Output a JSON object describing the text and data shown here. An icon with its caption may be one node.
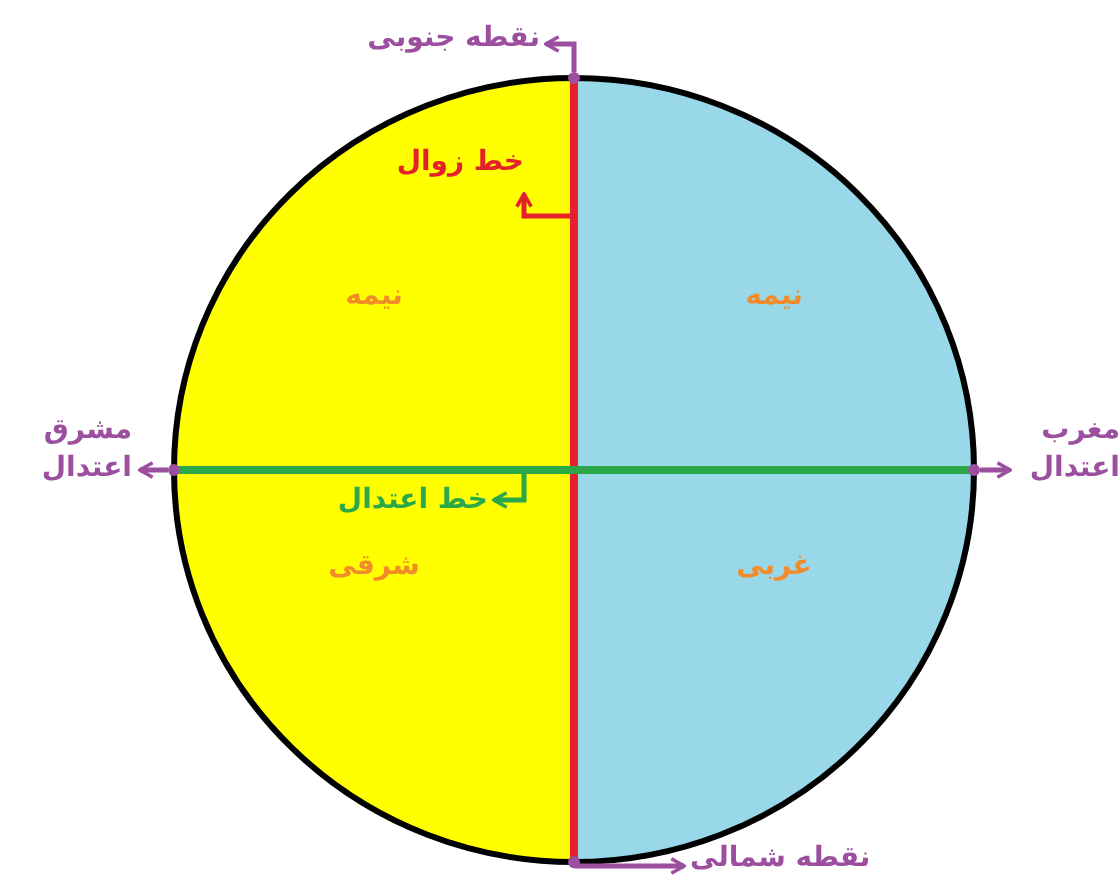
{
  "diagram": {
    "nodes": [
      {
        "text": [
          "نقطه جنوبی"
        ]
      },
      {
        "text": [],
        "shape": "circle"
      },
      {
        "text": [
          "خط زوال"
        ],
        "in": 4
      },
      {
        "text": [],
        "shape": "bar"
      },
      {
        "text": [
          "نیمه",
          "شرقی"
        ]
      },
      {
        "text": [
          "نیمه",
          "غربی"
        ]
      },
      {
        "text": [
          "مشرق اعتدال"
        ]
      },
      {
        "text": [],
        "shape": "circle"
      },
      {
        "text": [],
        "shape": "bar"
      },
      {
        "text": [
          "خط اعتدال"
        ],
        "in": 4
      },
      {
        "text": [
          "مغرب اعتدال"
        ]
      },
      {
        "text": [],
        "shape": "circle"
      },
      {
        "text": [
          "نقطه شمالی"
        ]
      },
      {
        "text": [],
        "shape": "circle"
      }
    ],
    "edges": [
      {
        "from": 1,
        "to": 0,
        "arrow": "to"
      },
      {
        "from": 3,
        "to": 2,
        "arrow": "to",
        "color": "#e3202b"
      },
      {
        "from": 7,
        "to": 6,
        "arrow": "to"
      },
      {
        "from": 8,
        "to": 9,
        "arrow": "to",
        "color": "#2aa84a"
      },
      {
        "from": 11,
        "to": 10,
        "arrow": "to"
      },
      {
        "from": 13,
        "to": 12,
        "arrow": "to"
      }
    ]
  }
}
